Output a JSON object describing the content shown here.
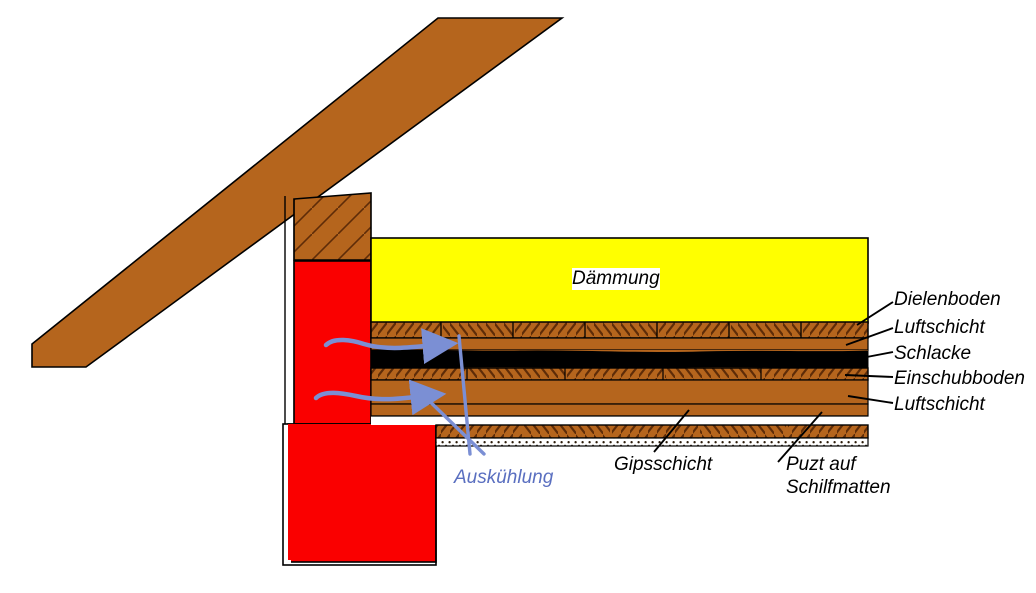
{
  "diagram": {
    "kind": "building-section-drawing",
    "title_label": "Dämmung",
    "description": "Querschnitt Dachanschluss mit Geschossdecke und Auskühlung durch Luftschichten",
    "colors": {
      "roof_beam": "#B5651D",
      "wall_red": "#FA0000",
      "insulation_yellow": "#FFFF00",
      "wood_brown": "#B5651D",
      "wood_hatch_dark": "#8A4310",
      "slag_black": "#000000",
      "outline": "#000000",
      "arrow_blue": "#7B8FD4",
      "text_blue": "#5A6FC0",
      "background": "#FFFFFF"
    },
    "layers": [
      {
        "id": "daemmung",
        "label": "Dämmung",
        "fill": "insulation_yellow"
      },
      {
        "id": "dielenboden",
        "label": "Dielenboden",
        "fill": "wood_hatch"
      },
      {
        "id": "luftschicht-1",
        "label": "Luftschicht",
        "fill": "wood_brown"
      },
      {
        "id": "schlacke",
        "label": "Schlacke",
        "fill": "slag_black"
      },
      {
        "id": "einschubboden",
        "label": "Einschubboden",
        "fill": "wood_hatch"
      },
      {
        "id": "luftschicht-2",
        "label": "Luftschicht",
        "fill": "wood_brown"
      },
      {
        "id": "gipsschicht",
        "label": "Gipsschicht",
        "fill": "wood_brown"
      },
      {
        "id": "puzt",
        "label": "Puzt auf\nSchilfmatten",
        "fill": "plaster_dotted"
      }
    ],
    "labels": {
      "insulation": "Dämmung",
      "floorboard": "Dielenboden",
      "air_layer_upper": "Luftschicht",
      "slag": "Schlacke",
      "infill_floor": "Einschubboden",
      "air_layer_lower": "Luftschicht",
      "gypsum_layer": "Gipsschicht",
      "plaster_reed_line1": "Puzt auf",
      "plaster_reed_line2": "Schilfmatten",
      "cooling": "Auskühlung"
    },
    "annotations": {
      "airflow_arrows": 2,
      "airflow_direction": "left-to-right",
      "leader_lines_right": 5,
      "leader_lines_bottom": 2,
      "leader_lines_blue": 2
    }
  }
}
